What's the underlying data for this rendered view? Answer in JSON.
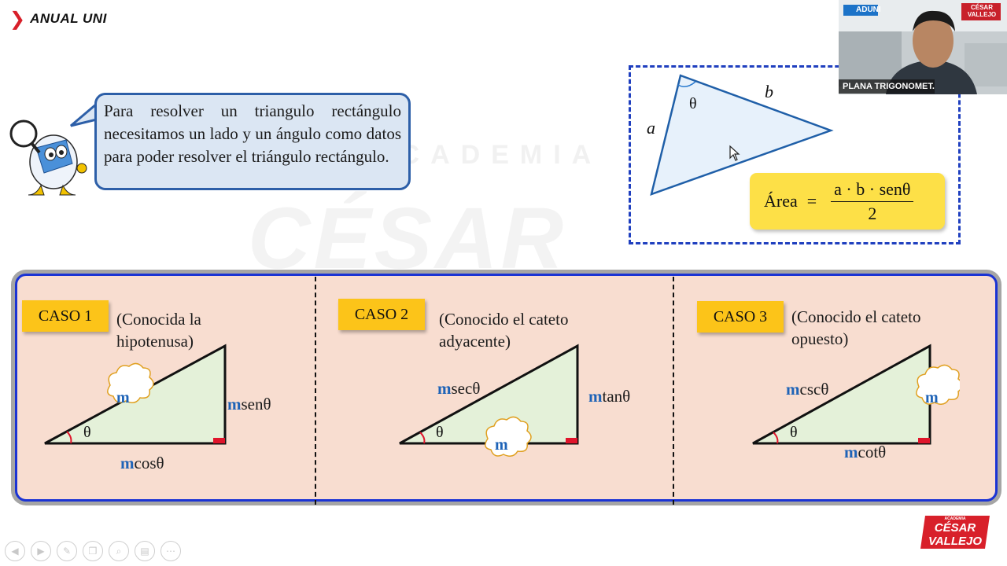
{
  "header": {
    "title": "ANUAL UNI"
  },
  "watermark": {
    "line1": "ACADEMIA",
    "line2": "CÉSAR"
  },
  "intro_bubble": {
    "text": "Para resolver un triangulo rectángulo necesitamos un lado y un ángulo como datos para poder resolver el triángulo rectángulo."
  },
  "area_triangle": {
    "side_a": "a",
    "side_b": "b",
    "angle": "θ",
    "formula_label": "Área",
    "equals": "=",
    "numerator": "a · b · senθ",
    "denominator": "2"
  },
  "webcam": {
    "name": "PLANA TRIGONOMET...",
    "badge_left": "ADUNI",
    "badge_right": "CÉSAR VALLEJO"
  },
  "cases": [
    {
      "tag": "CASO 1",
      "description": "(Conocida la hipotenusa)",
      "given": "m",
      "angle": "θ",
      "hyp_prefix": "",
      "hyp_suffix": "",
      "leg_v_prefix": "m",
      "leg_v_suffix": "senθ",
      "leg_h_prefix": "m",
      "leg_h_suffix": "cosθ"
    },
    {
      "tag": "CASO 2",
      "description": "(Conocido el cateto adyacente)",
      "given": "m",
      "angle": "θ",
      "hyp_prefix": "m",
      "hyp_suffix": "secθ",
      "leg_v_prefix": "m",
      "leg_v_suffix": "tanθ",
      "leg_h_prefix": "",
      "leg_h_suffix": ""
    },
    {
      "tag": "CASO 3",
      "description": "(Conocido el cateto opuesto)",
      "given": "m",
      "angle": "θ",
      "hyp_prefix": "m",
      "hyp_suffix": "cscθ",
      "leg_v_prefix": "",
      "leg_v_suffix": "",
      "leg_h_prefix": "m",
      "leg_h_suffix": "cotθ"
    }
  ],
  "logo": {
    "top": "ACADEMIA",
    "line1": "CÉSAR",
    "line2": "VALLEJO"
  },
  "toolbar": [
    "back-icon",
    "forward-icon",
    "pen-icon",
    "pages-icon",
    "zoom-icon",
    "slides-icon",
    "more-icon"
  ],
  "colors": {
    "accent_blue": "#1a33d4",
    "case_tag": "#fcc419",
    "area_box": "#fde047",
    "panel_bg": "#f8ddd0",
    "label_blue": "#1e63b7",
    "triangle_fill": "#e4f1d9"
  }
}
